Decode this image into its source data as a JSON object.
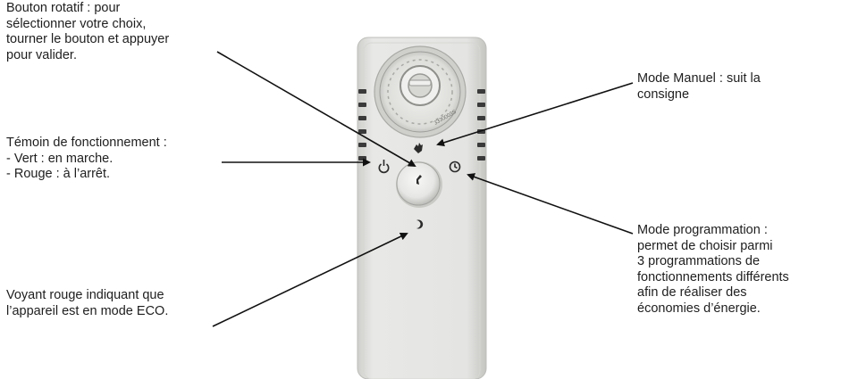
{
  "annotations": {
    "bouton_rotatif": "Bouton rotatif : pour\nsélectionner votre choix,\ntourner le bouton et appuyer\npour valider.",
    "temoin": "Témoin de fonctionnement :\n- Vert : en marche.\n- Rouge : à l’arrêt.",
    "voyant": "Voyant rouge indiquant que\nl’appareil est en mode ECO.",
    "mode_manuel": "Mode Manuel : suit la\nconsigne",
    "mode_programmation": "Mode programmation :\npermet de choisir parmi\n3 programmations de\nfonctionnements différents\nafin de réaliser des\néconomies d’énergie."
  },
  "dial_engraving": "3330003S",
  "icons": {
    "power": "power-icon",
    "hand": "hand-icon",
    "clock": "clock-icon",
    "moon": "moon-icon"
  },
  "colors": {
    "device_body": "#e4e4e2",
    "device_shadow": "#b9b9b6",
    "icon_dark": "#2b2b2b",
    "arrow": "#111111"
  }
}
